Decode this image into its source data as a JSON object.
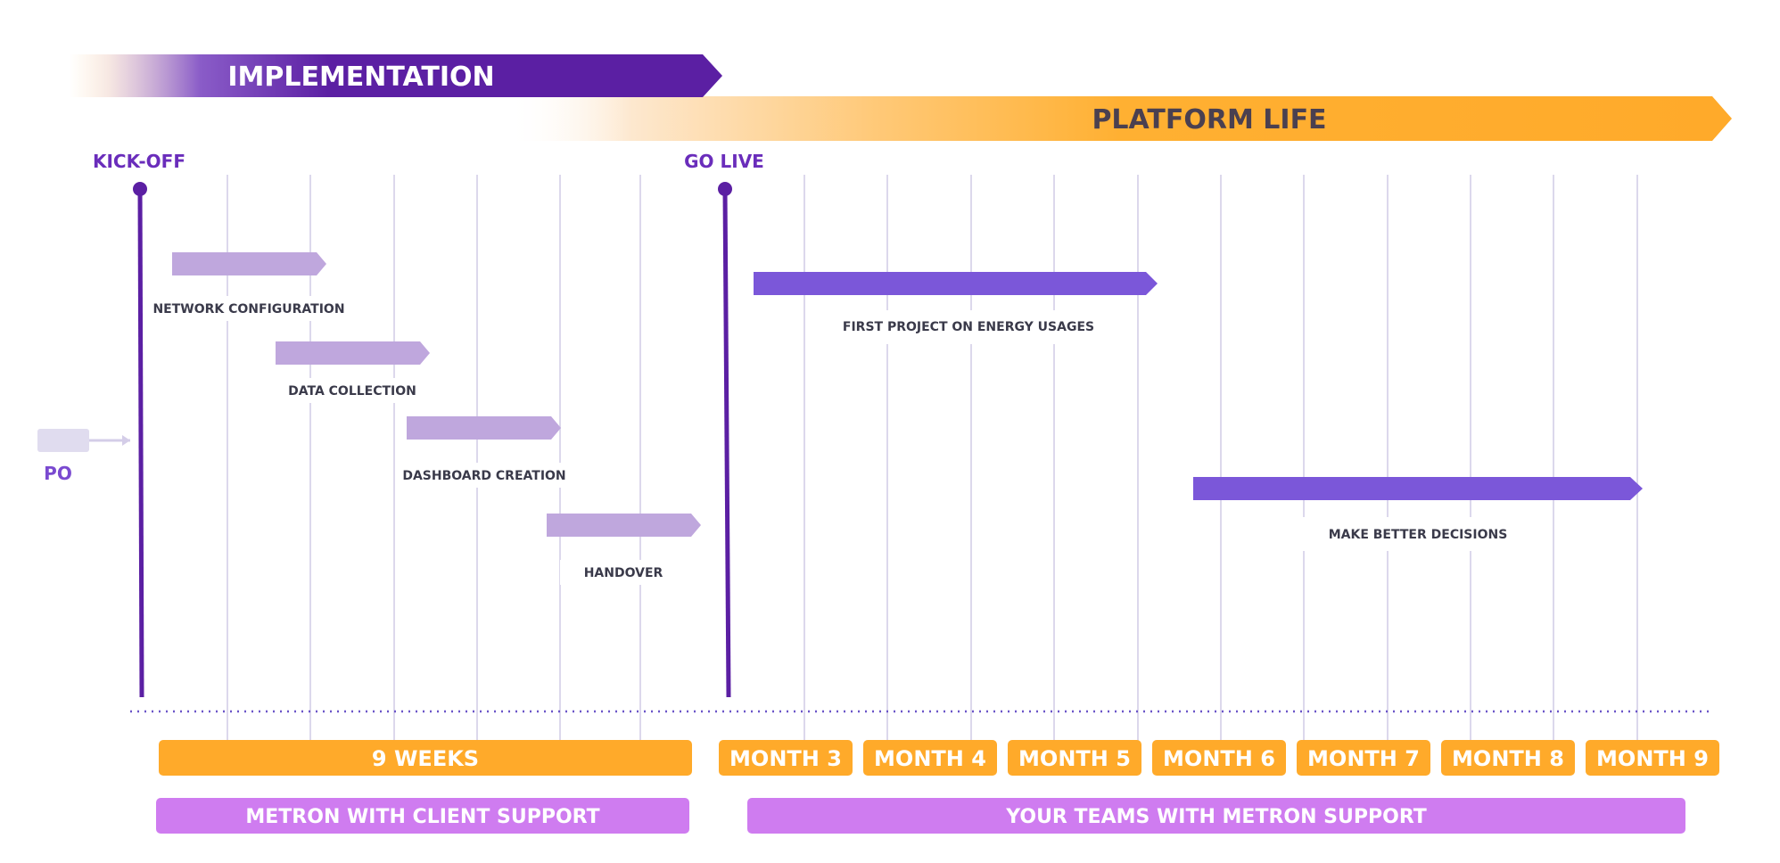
{
  "phases": {
    "implementation": "IMPLEMENTATION",
    "platform_life": "PLATFORM LIFE"
  },
  "milestones": {
    "kickoff": "KICK-OFF",
    "golive": "GO LIVE",
    "po": "PO"
  },
  "tasks": [
    {
      "label": "NETWORK CONFIGURATION",
      "phase": "implementation"
    },
    {
      "label": "DATA COLLECTION",
      "phase": "implementation"
    },
    {
      "label": "DASHBOARD CREATION",
      "phase": "implementation"
    },
    {
      "label": "HANDOVER",
      "phase": "implementation"
    },
    {
      "label": "FIRST PROJECT ON  ENERGY USAGES",
      "phase": "platform_life"
    },
    {
      "label": "MAKE BETTER DECISIONS",
      "phase": "platform_life"
    }
  ],
  "timeline": {
    "weeks": "9 WEEKS",
    "months": [
      "MONTH 3",
      "MONTH 4",
      "MONTH 5",
      "MONTH 6",
      "MONTH 7",
      "MONTH 8",
      "MONTH 9"
    ]
  },
  "support": {
    "left": "METRON WITH CLIENT SUPPORT",
    "right": "YOUR TEAMS WITH METRON SUPPORT"
  },
  "colors": {
    "implementation": "#5b1fa3",
    "platform_life": "#ffaa2a",
    "implementation_task": "#bfa7dd",
    "platform_task": "#7b57d9",
    "support_pill": "#cf7cf0",
    "milestone": "#5b1fa3",
    "grid": "#dcd8ec"
  }
}
